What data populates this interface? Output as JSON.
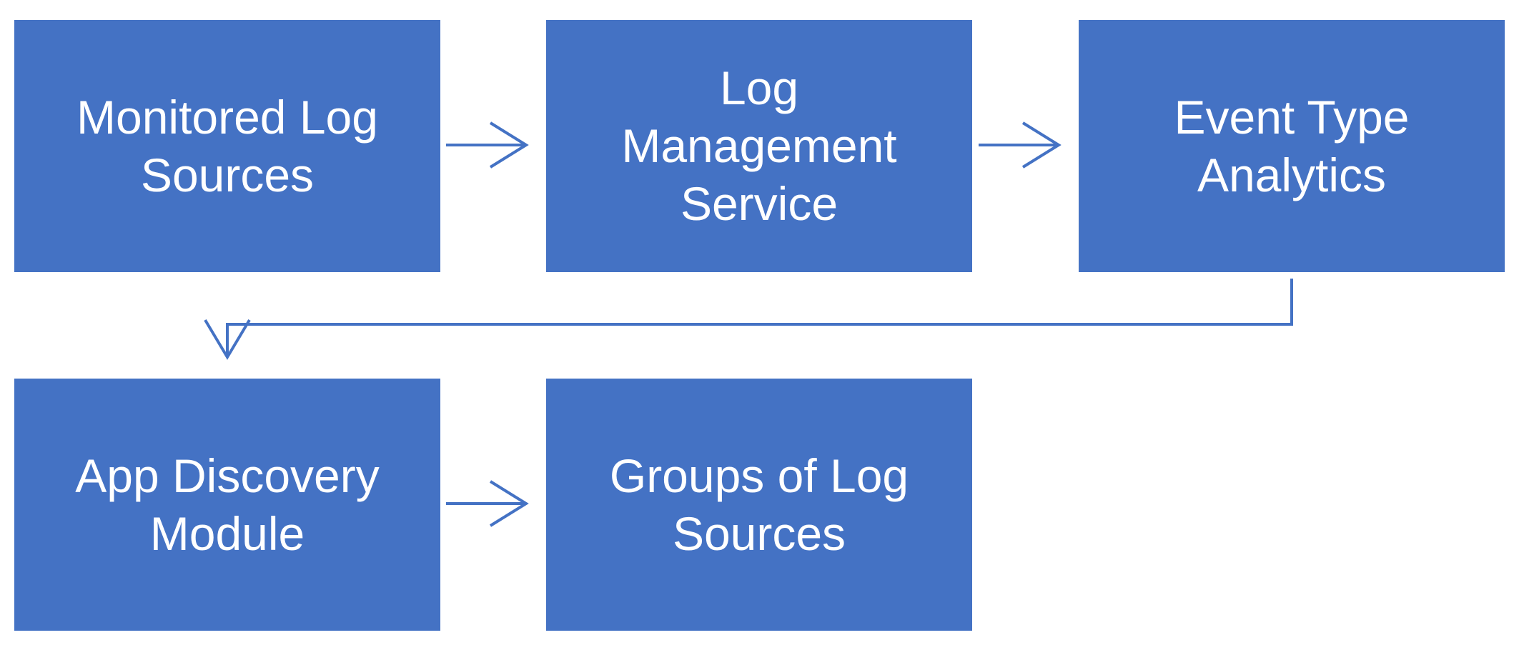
{
  "diagram": {
    "nodes": [
      {
        "id": "monitored-log-sources",
        "lines": [
          "Monitored Log",
          "Sources"
        ]
      },
      {
        "id": "log-management-service",
        "lines": [
          "Log",
          "Management",
          "Service"
        ]
      },
      {
        "id": "event-type-analytics",
        "lines": [
          "Event Type",
          "Analytics"
        ]
      },
      {
        "id": "app-discovery-module",
        "lines": [
          "App Discovery",
          "Module"
        ]
      },
      {
        "id": "groups-of-log-sources",
        "lines": [
          "Groups of Log",
          "Sources"
        ]
      }
    ],
    "edges": [
      {
        "from": "monitored-log-sources",
        "to": "log-management-service"
      },
      {
        "from": "log-management-service",
        "to": "event-type-analytics"
      },
      {
        "from": "event-type-analytics",
        "to": "app-discovery-module"
      },
      {
        "from": "app-discovery-module",
        "to": "groups-of-log-sources"
      }
    ],
    "colors": {
      "box_fill": "#4472c4",
      "text": "#ffffff",
      "arrow": "#4472c4"
    }
  }
}
